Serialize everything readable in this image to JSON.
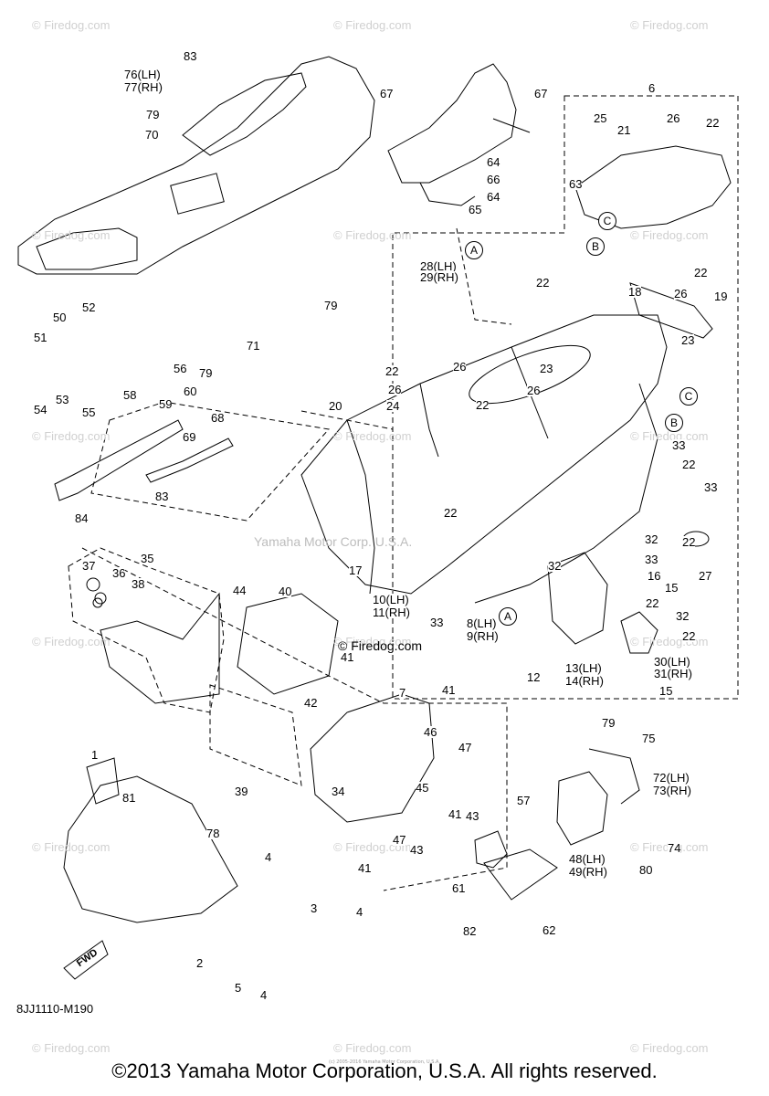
{
  "diagram_code": "8JJ1110-M190",
  "copyright": "©2013 Yamaha Motor Corporation, U.S.A. All rights reserved.",
  "tiny_copyright": "(c) 2005-2016 Yamaha Motor Corporation, U.S.A.",
  "mid_watermark": "Yamaha Motor Corp. U.S.A.",
  "center_watermark": "© Firedog.com",
  "fwd_label": "FWD",
  "watermarks": [
    {
      "text": "© Firedog.com",
      "col": 0,
      "row": 0
    },
    {
      "text": "© Firedog.com",
      "col": 1,
      "row": 0
    },
    {
      "text": "© Firedog.com",
      "col": 2,
      "row": 0
    },
    {
      "text": "© Firedog.com",
      "col": 0,
      "row": 1
    },
    {
      "text": "© Firedog.com",
      "col": 1,
      "row": 1
    },
    {
      "text": "© Firedog.com",
      "col": 2,
      "row": 1
    },
    {
      "text": "© Firedog.com",
      "col": 0,
      "row": 2
    },
    {
      "text": "© Firedog.com",
      "col": 1,
      "row": 2
    },
    {
      "text": "© Firedog.com",
      "col": 2,
      "row": 2
    },
    {
      "text": "© Firedog.com",
      "col": 0,
      "row": 3
    },
    {
      "text": "© Firedog.com",
      "col": 1,
      "row": 3
    },
    {
      "text": "© Firedog.com",
      "col": 2,
      "row": 3
    },
    {
      "text": "© Firedog.com",
      "col": 0,
      "row": 4
    },
    {
      "text": "© Firedog.com",
      "col": 1,
      "row": 4
    },
    {
      "text": "© Firedog.com",
      "col": 2,
      "row": 4
    },
    {
      "text": "© Firedog.com",
      "col": 0,
      "row": 5
    },
    {
      "text": "© Firedog.com",
      "col": 1,
      "row": 5
    },
    {
      "text": "© Firedog.com",
      "col": 2,
      "row": 5
    }
  ],
  "callouts": [
    "1",
    "2",
    "3",
    "4",
    "4",
    "4",
    "5",
    "6",
    "7",
    "8(LH)",
    "9(RH)",
    "10(LH)",
    "11(RH)",
    "12",
    "13(LH)",
    "14(RH)",
    "15",
    "15",
    "16",
    "17",
    "18",
    "19",
    "20",
    "21",
    "22",
    "22",
    "22",
    "22",
    "22",
    "22",
    "22",
    "22",
    "22",
    "22",
    "23",
    "23",
    "24",
    "25",
    "26",
    "26",
    "26",
    "26",
    "26",
    "27",
    "28(LH)",
    "29(RH)",
    "30(LH)",
    "31(RH)",
    "32",
    "32",
    "32",
    "33",
    "33",
    "33",
    "33",
    "34",
    "35",
    "36",
    "37",
    "38",
    "39",
    "40",
    "41",
    "41",
    "41",
    "41",
    "42",
    "43",
    "43",
    "44",
    "45",
    "46",
    "47",
    "47",
    "48(LH)",
    "49(RH)",
    "50",
    "51",
    "52",
    "53",
    "54",
    "55",
    "56",
    "57",
    "58",
    "59",
    "60",
    "61",
    "62",
    "63",
    "64",
    "64",
    "65",
    "66",
    "67",
    "67",
    "68",
    "69",
    "70",
    "71",
    "72(LH)",
    "73(RH)",
    "74",
    "75",
    "76(LH)",
    "77(RH)",
    "78",
    "79",
    "79",
    "79",
    "79",
    "80",
    "81",
    "82",
    "83",
    "83",
    "84"
  ],
  "circle_markers": [
    "A",
    "A",
    "B",
    "B",
    "C",
    "C"
  ]
}
